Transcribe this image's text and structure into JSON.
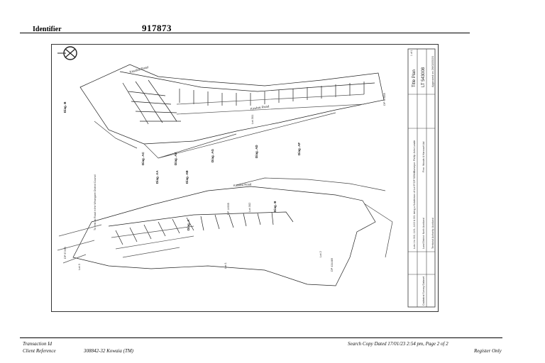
{
  "header": {
    "identifier_label": "Identifier",
    "identifier_value": "917873"
  },
  "plan": {
    "road_names": [
      "Kasaba Road",
      "Kowhai Road"
    ],
    "lot_labels": [
      "Lot 301",
      "Lot 302",
      "Lot 2",
      "Lot 1",
      "Lot 3"
    ],
    "deposited_refs": [
      "DP 97058",
      "DP 14905",
      "DP 434469",
      "DP 97495"
    ],
    "diagram_labels": [
      "Diag. B",
      "Diag. AC",
      "Diag. AE",
      "Diag. AG",
      "Diag. AD",
      "Diag. AF",
      "Diag. AA",
      "Diag. AB",
      "Diag. A",
      "Diag. B"
    ],
    "title_block_title": "Title Plan",
    "title_block_plan_no": "LT 543008",
    "title_block_approved": "Approved on 26/02/2020",
    "title_block_lots": "Lots 1 to 302, 1101, 1102 & 301 being a Subdivision of Lot 97 DP 525440",
    "title_block_survey": "Surveyor: Phillip John Lundie",
    "title_block_firm": "Firm: Woods & Harcourt Ltd",
    "title_block_district": "Land District: North Auckland",
    "title_block_authority": "Territorial Authority: Auckland",
    "title_block_schedule": "Cadastral Survey Dataset",
    "title_block_sheet": "1 of 1",
    "note_text": "To vest as Road in the Whangarei District Council"
  },
  "footer": {
    "transaction_label": "Transaction Id",
    "client_label": "Client Reference",
    "client_value": "308842-32 Kowaia (TM)",
    "search_copy": "Search Copy Dated 17/01/23 2:54 pm, Page 2 of 2",
    "register_only": "Register Only"
  }
}
